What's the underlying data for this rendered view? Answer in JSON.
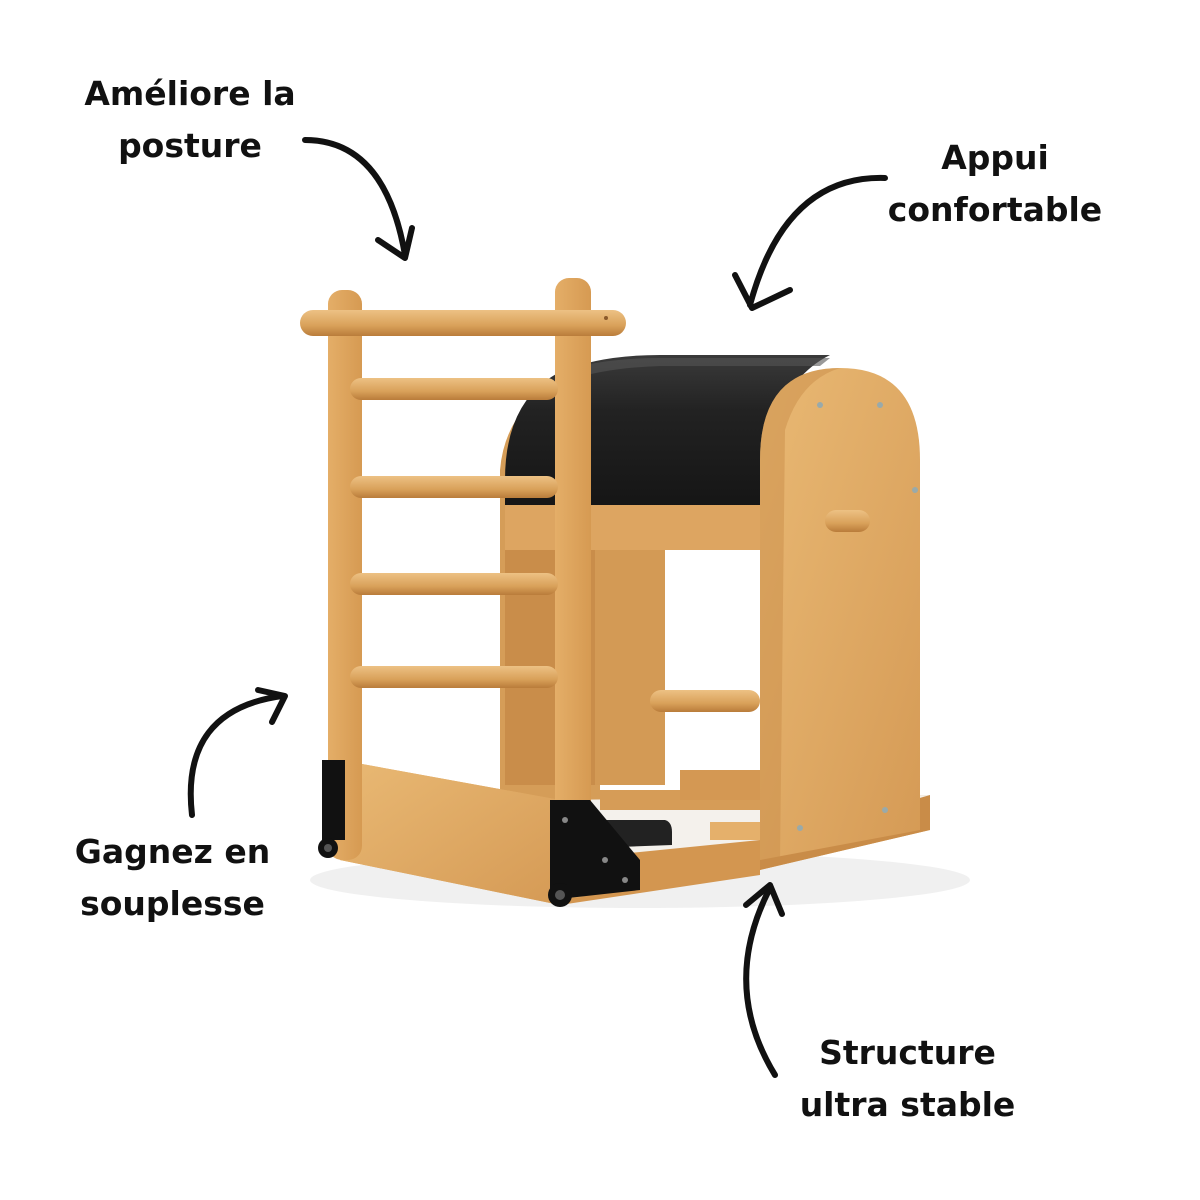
{
  "image": {
    "subject": "ladder-barrel-pilates-apparatus",
    "background_color": "#ffffff",
    "colors": {
      "wood": "#D9A15A",
      "wood_dark": "#B97C3A",
      "wood_light": "#E8B874",
      "upholstery": "#1E1E1E",
      "hardware": "#111111",
      "arrow": "#111111"
    }
  },
  "annotations": [
    {
      "id": "posture",
      "lines": [
        "Améliore la",
        "posture"
      ]
    },
    {
      "id": "appui",
      "lines": [
        "Appui",
        "confortable"
      ]
    },
    {
      "id": "souplesse",
      "lines": [
        "Gagnez en",
        "souplesse"
      ]
    },
    {
      "id": "structure",
      "lines": [
        "Structure",
        "ultra stable"
      ]
    }
  ]
}
